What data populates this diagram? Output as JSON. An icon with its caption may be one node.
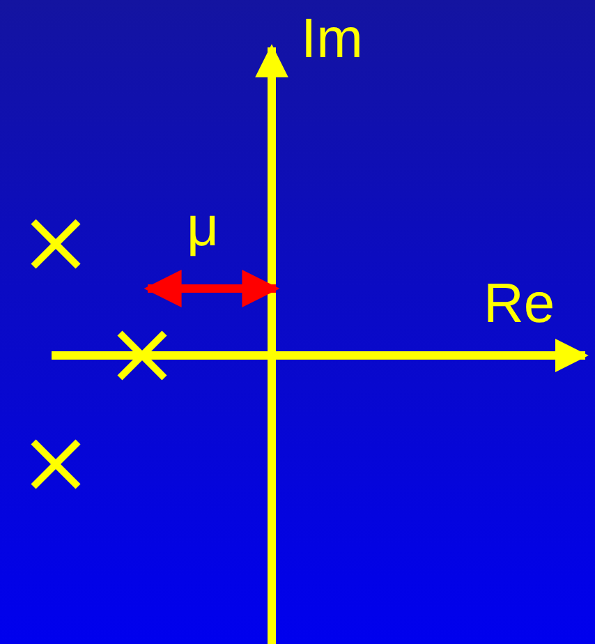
{
  "diagram": {
    "labels": [
      "Im",
      "μ",
      "Re"
    ]
  }
}
